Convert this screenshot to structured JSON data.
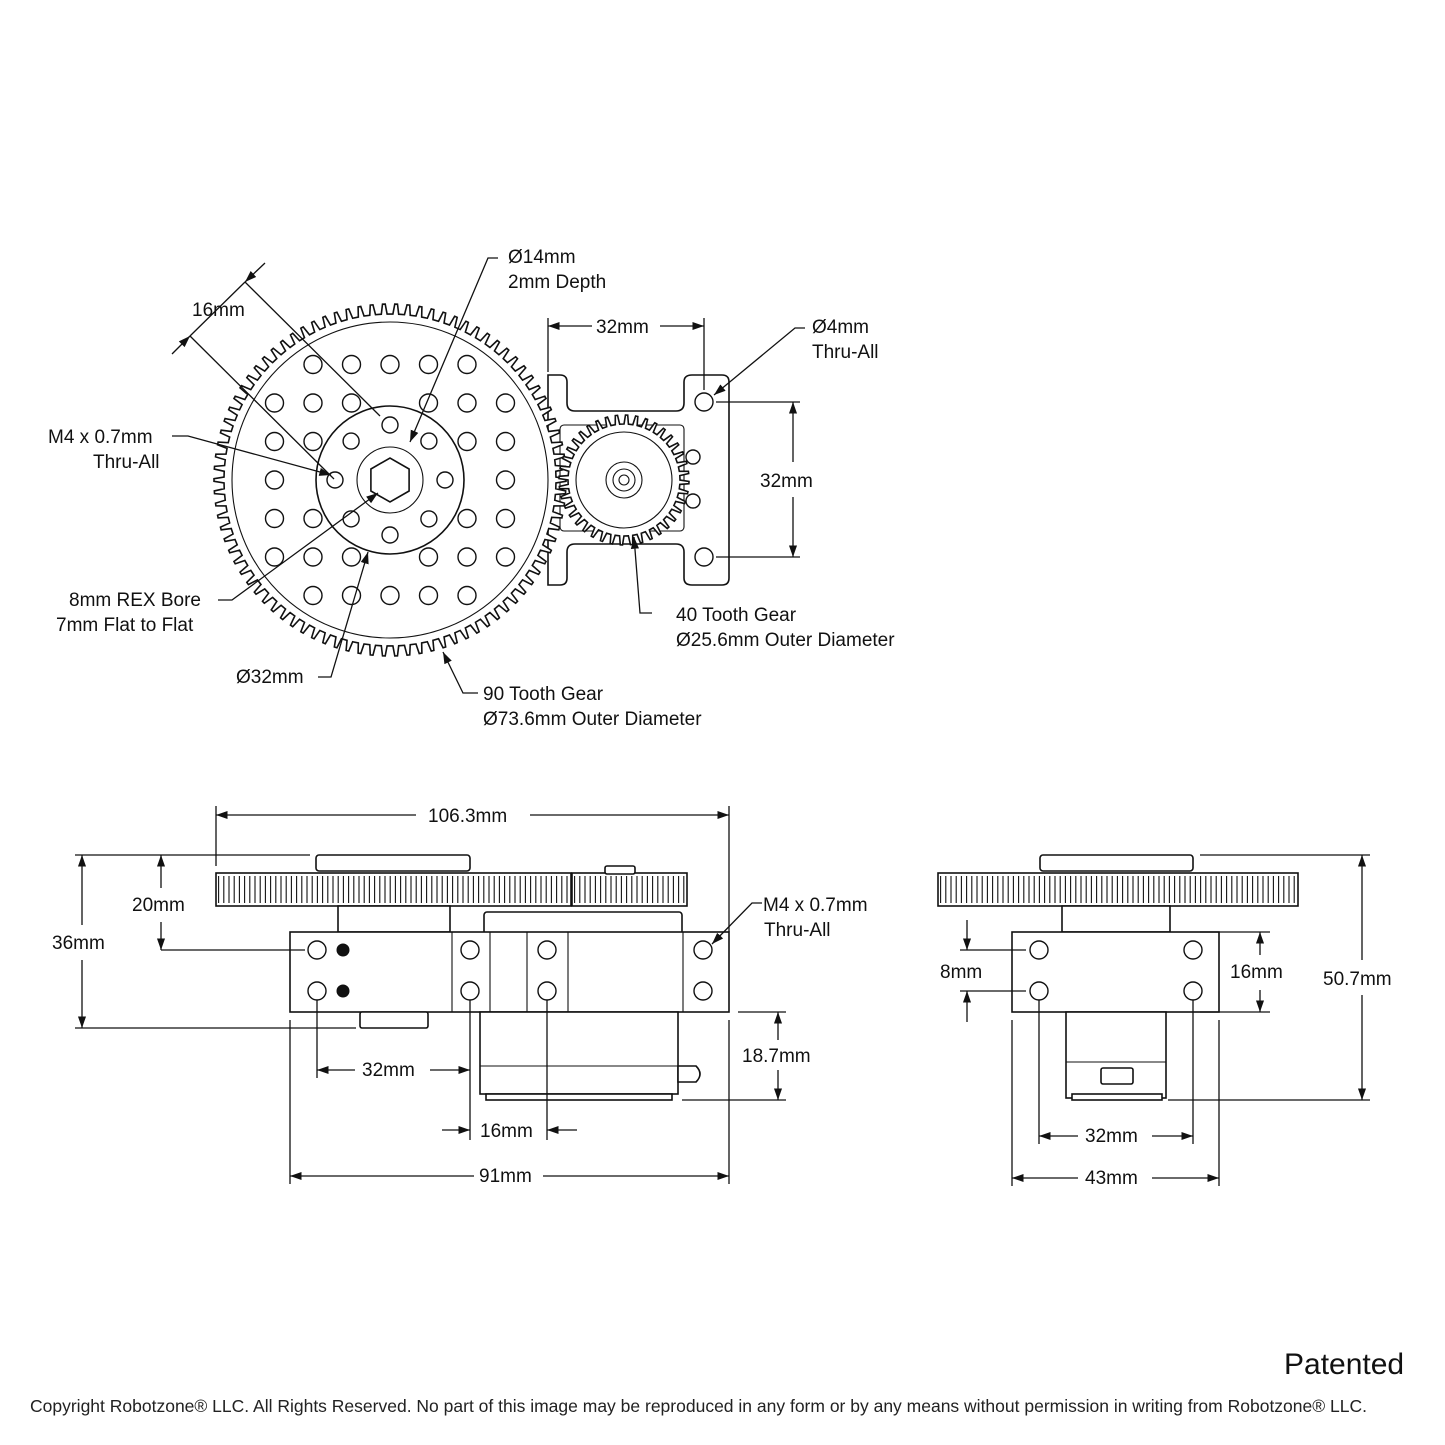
{
  "top_view": {
    "labels": {
      "hub_pocket_dia": "Ø14mm",
      "hub_pocket_depth": "2mm Depth",
      "hole_spacing_diag": "16mm",
      "bracket_width": "32mm",
      "bracket_hole_dia": "Ø4mm",
      "bracket_hole_thru": "Thru-All",
      "hub_tap": "M4 x 0.7mm",
      "hub_tap_thru": "Thru-All",
      "bracket_height": "32mm",
      "bore_type": "8mm REX Bore",
      "bore_flat": "7mm Flat to Flat",
      "small_gear_teeth": "40 Tooth Gear",
      "small_gear_od": "Ø25.6mm Outer Diameter",
      "hub_dia": "Ø32mm",
      "large_gear_teeth": "90 Tooth Gear",
      "large_gear_od": "Ø73.6mm Outer Diameter"
    }
  },
  "front_view": {
    "labels": {
      "overall_length": "106.3mm",
      "height_20": "20mm",
      "height_36": "36mm",
      "side_tap": "M4 x 0.7mm",
      "side_tap_thru": "Thru-All",
      "hole_spacing_32": "32mm",
      "servo_depth": "18.7mm",
      "hole_spacing_16": "16mm",
      "bracket_length": "91mm"
    }
  },
  "side_view": {
    "labels": {
      "hole_spacing_8": "8mm",
      "hole_spacing_16": "16mm",
      "overall_height": "50.7mm",
      "hole_spacing_32": "32mm",
      "bracket_width": "43mm"
    }
  },
  "footer": {
    "patented": "Patented",
    "copyright": "Copyright Robotzone® LLC.  All Rights Reserved. No part of this image may be reproduced in any form or by any means without permission in writing from Robotzone® LLC."
  }
}
